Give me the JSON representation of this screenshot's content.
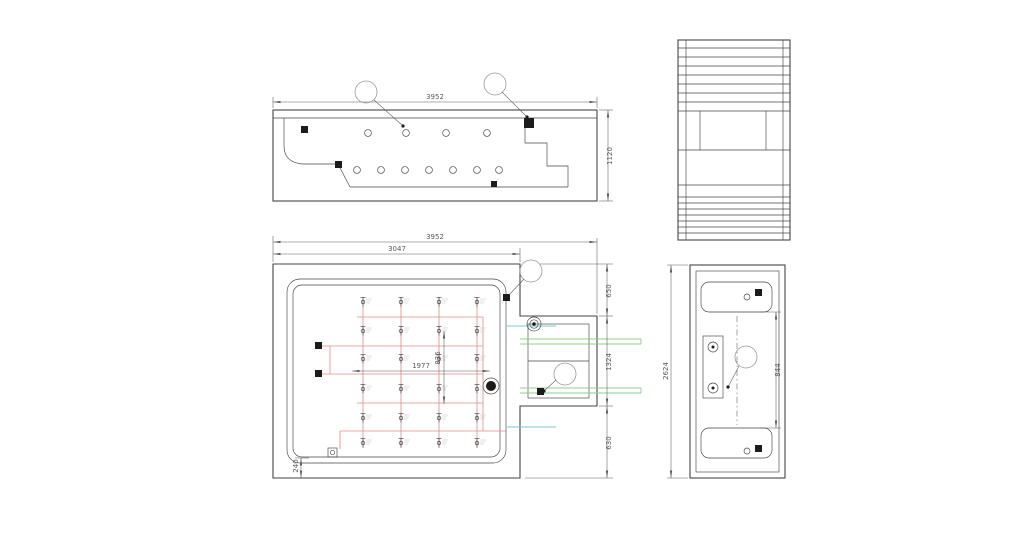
{
  "palette": {
    "bg": "#ffffff",
    "line": "#454545",
    "dim": "#5a5a5a",
    "pipe": "#e08a8a",
    "green": "#8ccc8c",
    "cyan": "#7cc8d0",
    "dark": "#1c1c1c"
  },
  "side_view": {
    "dim_width": "3952",
    "dim_height": "1120"
  },
  "plan_view": {
    "dim_width": "3952",
    "dim_inner_width": "3047",
    "dim_jet_span": "1977",
    "dim_jet_depth": "836",
    "dim_right_top": "650",
    "dim_right_middle": "1324",
    "dim_right_bottom": "630",
    "dim_corner": "240"
  },
  "end_view": {
    "dim_height": "2624",
    "dim_seat_span": "844"
  }
}
